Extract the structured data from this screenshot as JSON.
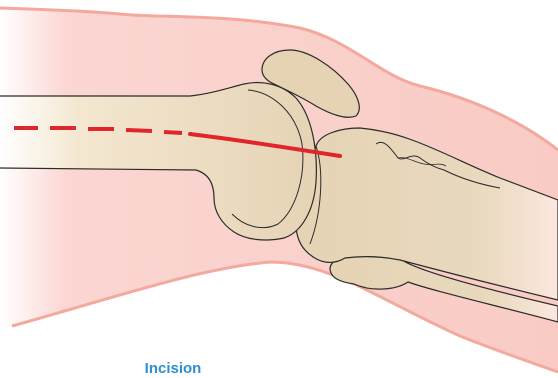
{
  "figure": {
    "caption": "Incision"
  },
  "colors": {
    "skin": "#fbd6d2",
    "skin_outline": "#f3a99d",
    "bone": "#e5d3b4",
    "bone_outline": "#2b2b2b",
    "incision": "#e0262b",
    "label": "#2f8fd0"
  },
  "parts": [
    "leg-soft-tissue",
    "femur",
    "patella",
    "tibia",
    "fibula",
    "incision-line"
  ]
}
